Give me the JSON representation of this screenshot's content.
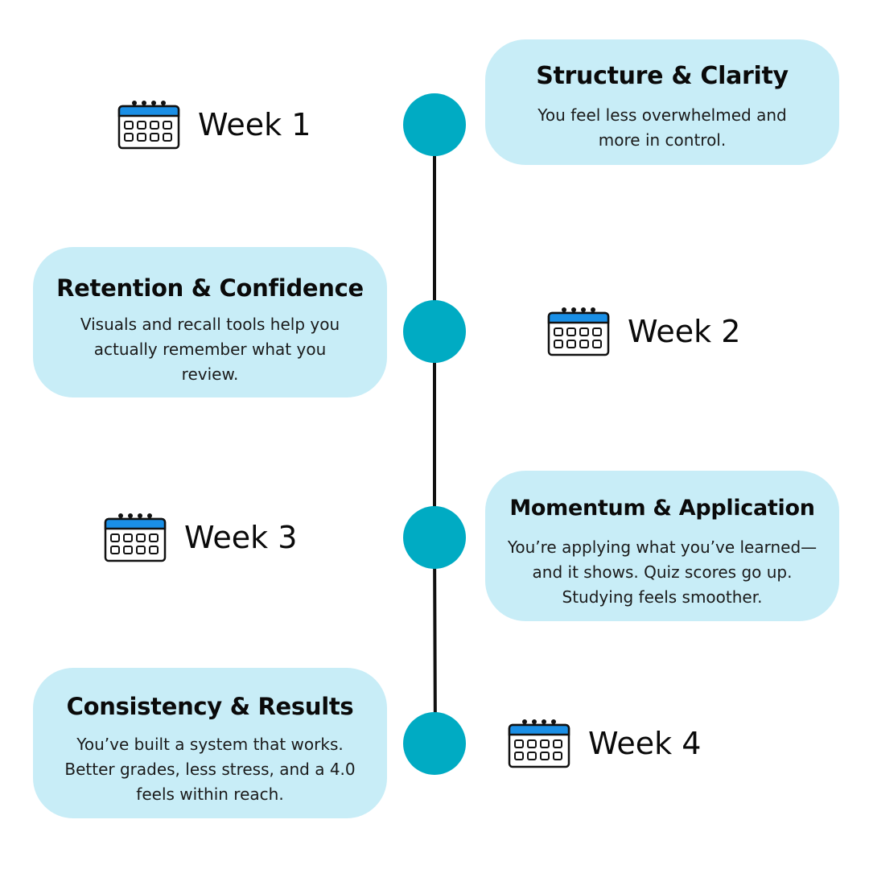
{
  "colors": {
    "card_background": "#c8edf7",
    "node": "#00abc3",
    "line": "#111111",
    "calendar_header": "#1a8fe6"
  },
  "weeks": [
    {
      "label": "Week 1",
      "icon": "calendar-icon"
    },
    {
      "label": "Week 2",
      "icon": "calendar-icon"
    },
    {
      "label": "Week 3",
      "icon": "calendar-icon"
    },
    {
      "label": "Week 4",
      "icon": "calendar-icon"
    }
  ],
  "cards": [
    {
      "title": "Structure & Clarity",
      "text": "You feel less overwhelmed and more in control."
    },
    {
      "title": "Retention & Confidence",
      "text": "Visuals and recall tools help you actually remember what you review."
    },
    {
      "title": "Momentum & Application",
      "text": "You’re applying what you’ve learned—and it shows. Quiz scores go up. Studying feels smoother."
    },
    {
      "title": "Consistency & Results",
      "text": "You’ve built a system that works. Better grades, less stress, and a 4.0 feels within reach."
    }
  ]
}
